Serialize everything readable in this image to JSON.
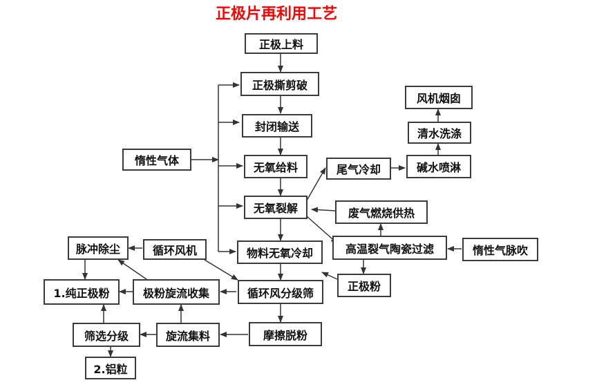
{
  "title": "正极片再利用工艺",
  "nodes": {
    "cathode_feed": "正极上料",
    "cathode_shred": "正极撕剪破",
    "sealed_transport": "封闭输送",
    "oxygen_free_feed": "无氧给料",
    "oxygen_free_pyrolysis": "无氧裂解",
    "material_cooling": "物料无氧冷却",
    "circulating_classifier": "循环风分级筛",
    "friction_stripping": "摩擦脱粉",
    "inert_gas": "惰性气体",
    "tail_gas_cooling": "尾气冷却",
    "alkali_spray": "碱水喷淋",
    "water_wash": "清水洗涤",
    "fan_chimney": "风机烟囱",
    "waste_gas_combustion": "废气燃烧供热",
    "hot_gas_ceramic_filter": "高温裂气陶瓷过滤",
    "inert_gas_pulse": "惰性气脉吹",
    "cathode_powder": "正极粉",
    "pulse_dust_removal": "脉冲除尘",
    "circulating_fan": "循环风机",
    "pure_cathode_powder": "1.纯正极粉",
    "powder_cyclone": "极粉旋流收集",
    "screening_classification": "筛选分级",
    "cyclone_collection": "旋流集料",
    "aluminum_particles": "2.铝粒"
  }
}
